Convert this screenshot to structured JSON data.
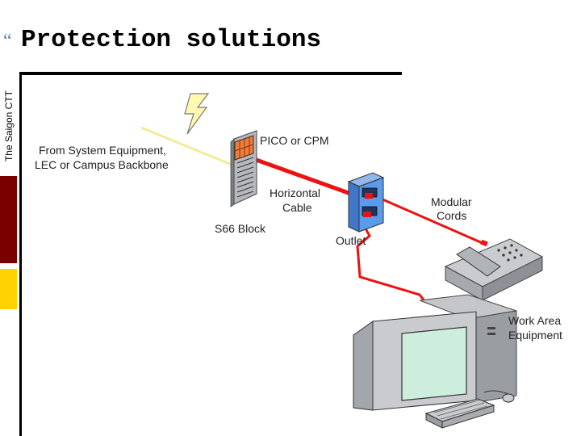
{
  "slide": {
    "title": "Protection solutions",
    "sidebar_text": "The Saigon CTT",
    "colors": {
      "accent_dark_red": "#7a0000",
      "accent_yellow": "#ffd200",
      "bullet": "#5f7fb0",
      "cable_red": "#ee1111"
    }
  },
  "diagram": {
    "labels": {
      "source": [
        "From System Equipment,",
        "LEC or Campus Backbone"
      ],
      "protector": "PICO or CPM",
      "block": "S66 Block",
      "horizontal_cable": [
        "Horizontal",
        "Cable"
      ],
      "outlet": "Outlet",
      "modular_cords": [
        "Modular",
        "Cords"
      ],
      "work_area": [
        "Work Area",
        "Equipment"
      ]
    },
    "icons": [
      "lightning-icon",
      "telephone-icon",
      "computer-icon",
      "keyboard-icon",
      "mouse-icon"
    ]
  }
}
